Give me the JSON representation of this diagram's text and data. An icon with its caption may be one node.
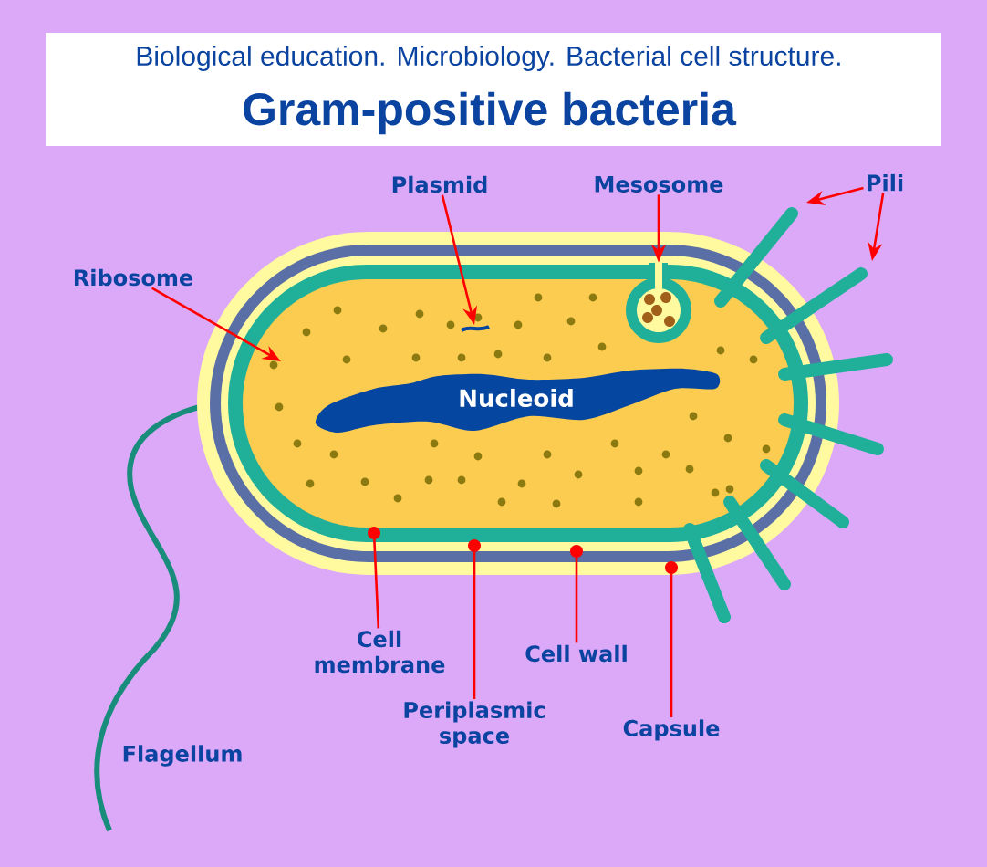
{
  "diagram": {
    "title": "Gram-positive bacteria",
    "nodes": [
      {
        "text": [
          "Ribosome"
        ]
      },
      {
        "text": [
          "Plasmid"
        ]
      },
      {
        "text": [
          "Mesosome"
        ]
      },
      {
        "text": [
          "Pili"
        ]
      },
      {
        "text": [
          "Nucleoid"
        ]
      },
      {
        "text": [
          "Cell membrane"
        ]
      },
      {
        "text": [
          "Periplasmic space"
        ]
      },
      {
        "text": [
          "Cell wall"
        ]
      },
      {
        "text": [
          "Capsule"
        ]
      },
      {
        "text": [],
        "shape": "circle"
      }
    ],
    "edges": [
      {
        "from": 0,
        "to": null,
        "arrow": "to"
      },
      {
        "from": 1,
        "to": null,
        "arrow": "to"
      },
      {
        "from": 2,
        "to": 9,
        "arrow": "to"
      },
      {
        "from": 3,
        "to": null,
        "arrow": "to"
      },
      {
        "from": 3,
        "to": null,
        "arrow": "to"
      },
      {
        "from": 5,
        "to": null,
        "arrow": "other"
      },
      {
        "from": 6,
        "to": null,
        "arrow": "other"
      },
      {
        "from": 7,
        "to": null,
        "arrow": "other"
      },
      {
        "from": 8,
        "to": null,
        "arrow": "other"
      }
    ],
    "labels": [
      "Biological education.  Microbiology.  Bacterial cell structure.",
      "Flagellum"
    ]
  }
}
